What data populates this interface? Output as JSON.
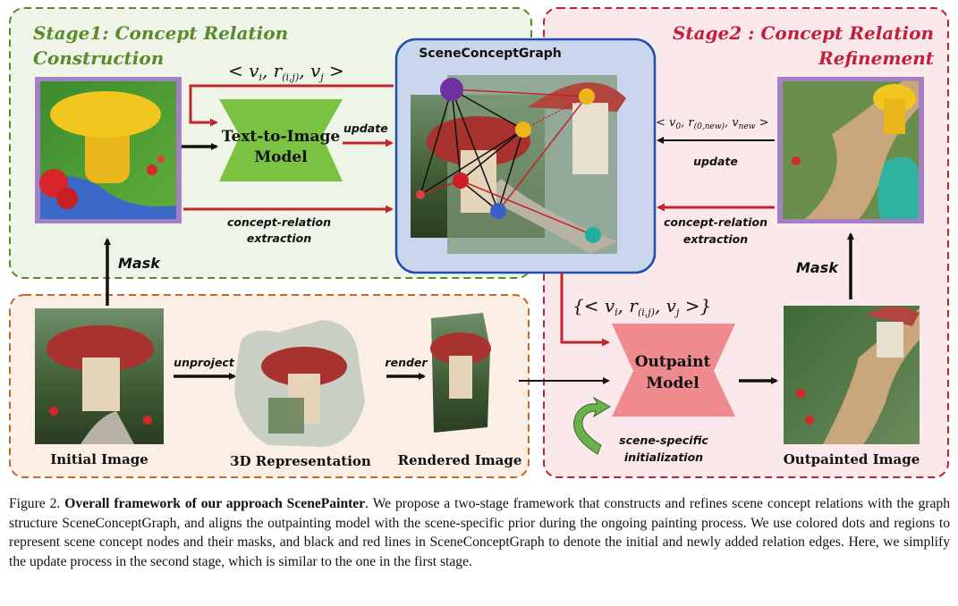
{
  "stage1": {
    "title_line1": "Stage1: Concept Relation",
    "title_line2": "Construction",
    "color": "#5a8a2a"
  },
  "stage2": {
    "title_line1": "Stage2 : Concept Relation",
    "title_line2": "Refinement",
    "color": "#c0203a"
  },
  "graph": {
    "title": "SceneConceptGraph"
  },
  "models": {
    "t2i_line1": "Text-to-Image",
    "t2i_line2": "Model",
    "outpaint_line1": "Outpaint",
    "outpaint_line2": "Model"
  },
  "labels": {
    "update": "update",
    "concept_relation": "concept-relation",
    "extraction": "extraction",
    "mask": "Mask",
    "unproject": "unproject",
    "render": "render",
    "scene_specific": "scene-specific",
    "initialization": "initialization"
  },
  "math": {
    "triple_top": "< v",
    "triple_top_full": "< vi, r(i,j), vj >",
    "set_full": "{< vi, r(i,j), vj >}",
    "right_full": "< v0, r(0,new), vnew >"
  },
  "captions": {
    "initial": "Initial Image",
    "rep3d": "3D Representation",
    "rendered": "Rendered Image",
    "outpainted": "Outpainted  Image"
  },
  "figure_caption": {
    "label": "Figure 2.",
    "bold": "Overall framework of our approach ScenePainter",
    "text": ".  We propose a two-stage framework that constructs and refines scene concept relations with the graph structure SceneConceptGraph, and aligns the outpainting model with the scene-specific prior during the ongoing painting process. We use colored dots and regions to represent scene concept nodes and their masks, and black and red lines in SceneConceptGraph to denote the initial and newly added relation edges. Here, we simplify the update process in the second stage, which is similar to the one in the first stage."
  },
  "colors": {
    "stage1_fill": "#eef5e8",
    "stage2_fill": "#fbe8ea",
    "bottom_fill": "#fbeee4",
    "graph_fill": "#c9d6ee",
    "t2i_green": "#7cc242",
    "outpaint_pink": "#ef8a8f",
    "arrow_red": "#c0262c",
    "purple_frame": "#a47fc4"
  }
}
